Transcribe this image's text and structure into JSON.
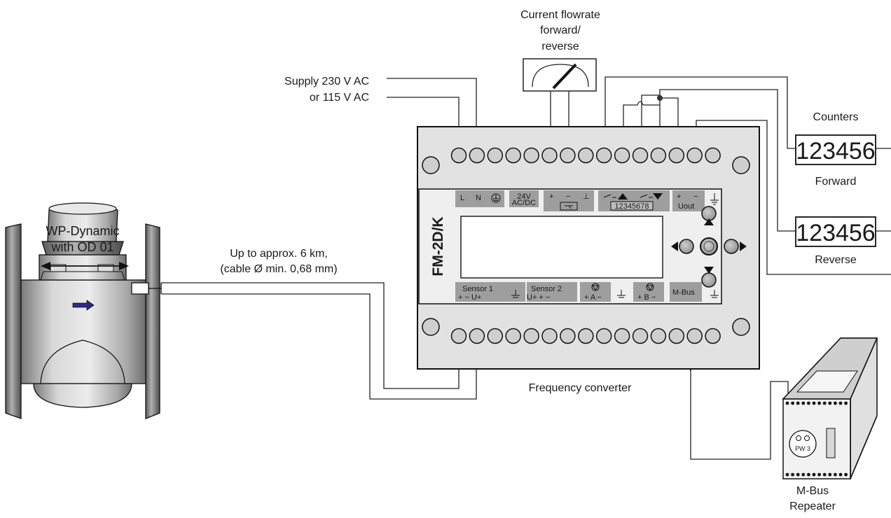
{
  "labels": {
    "supply_line1": "Supply 230 V AC",
    "supply_line2": "or 115 V AC",
    "flowrate_line1": "Current flowrate",
    "flowrate_line2": "forward/",
    "flowrate_line3": "reverse",
    "counters": "Counters",
    "forward": "Forward",
    "reverse": "Reverse",
    "wp_line1": "WP-Dynamic",
    "wp_line2": "with OD 01",
    "cable_line1": "Up to approx. 6 km,",
    "cable_line2": "(cable Ø min. 0,68 mm)",
    "frequency_converter": "Frequency converter",
    "mbus_line1": "M-Bus",
    "mbus_line2": "Repeater"
  },
  "device": {
    "model": "FM-2D/K",
    "top_terminals": {
      "L": "L",
      "N": "N",
      "v24": "24V",
      "acdc": "AC/DC",
      "plus": "+",
      "minus": "−",
      "ground": "⊥",
      "relay_digits": "12345678",
      "uout_plus": "+",
      "uout_minus": "−",
      "uout": "Uout"
    },
    "bottom_terminals": {
      "sensor1": "Sensor 1",
      "sensor1_pins": "+   −   U+",
      "sensor2": "Sensor 2",
      "sensor2_pins": "U+   +   −",
      "out_a": "+ A −",
      "out_b": "+ B −",
      "mbus": "M-Bus"
    }
  },
  "counters": {
    "forward_value": "123456",
    "reverse_value": "123456"
  },
  "repeater": {
    "label": "PW 3"
  }
}
